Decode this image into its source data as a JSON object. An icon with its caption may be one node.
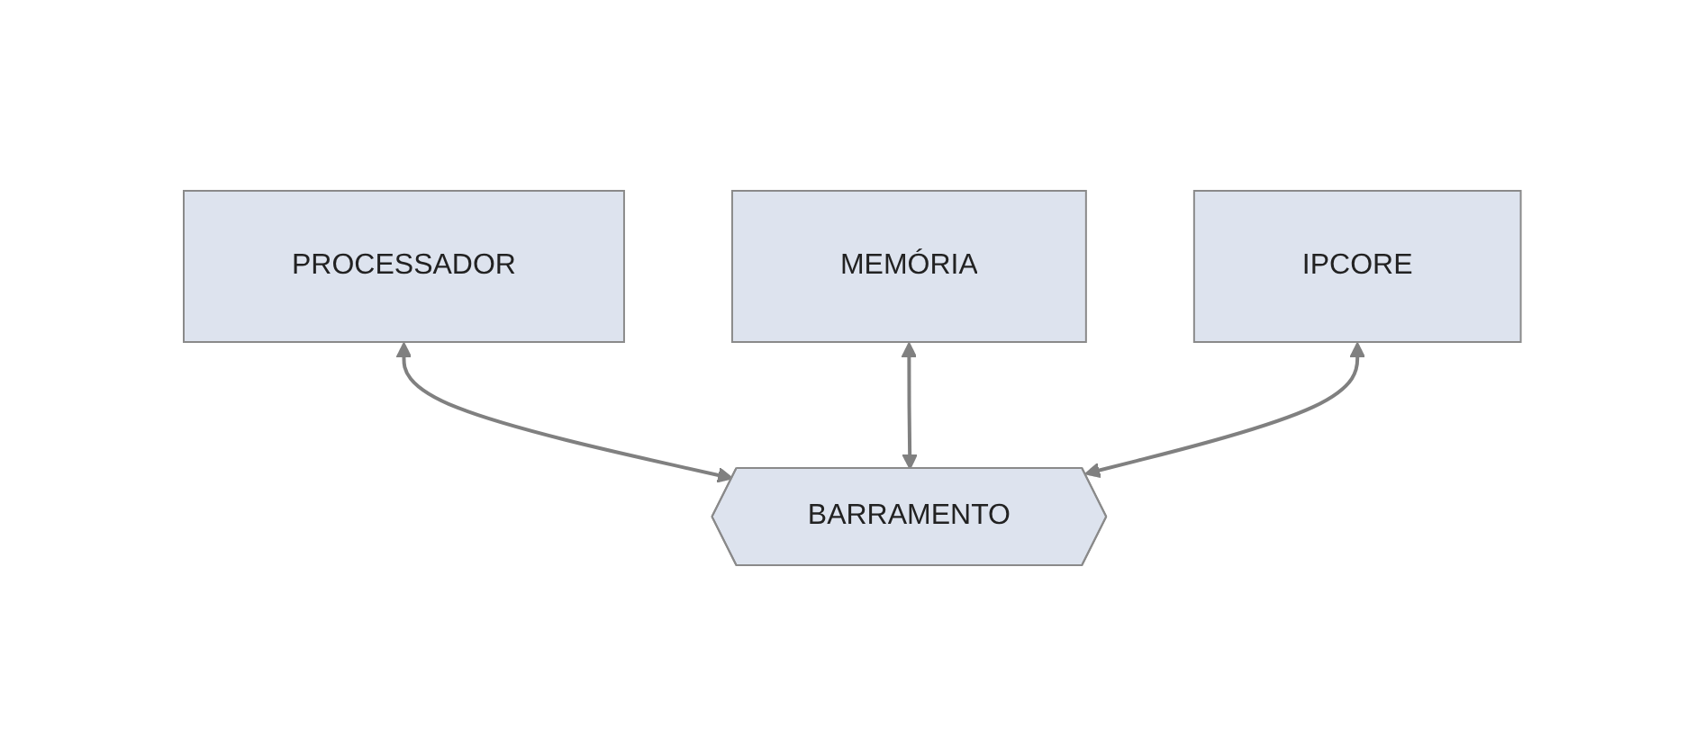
{
  "diagram": {
    "nodes": [
      {
        "text": [
          "PROCESSADOR"
        ]
      },
      {
        "text": [
          "MEMÓRIA"
        ]
      },
      {
        "text": [
          "IPCORE"
        ]
      },
      {
        "text": [
          "BARRAMENTO"
        ]
      }
    ],
    "edges": [
      {
        "from": 0,
        "to": 3,
        "arrow": "both"
      },
      {
        "from": 1,
        "to": 3,
        "arrow": "both"
      },
      {
        "from": 2,
        "to": 3,
        "arrow": "both"
      }
    ]
  }
}
